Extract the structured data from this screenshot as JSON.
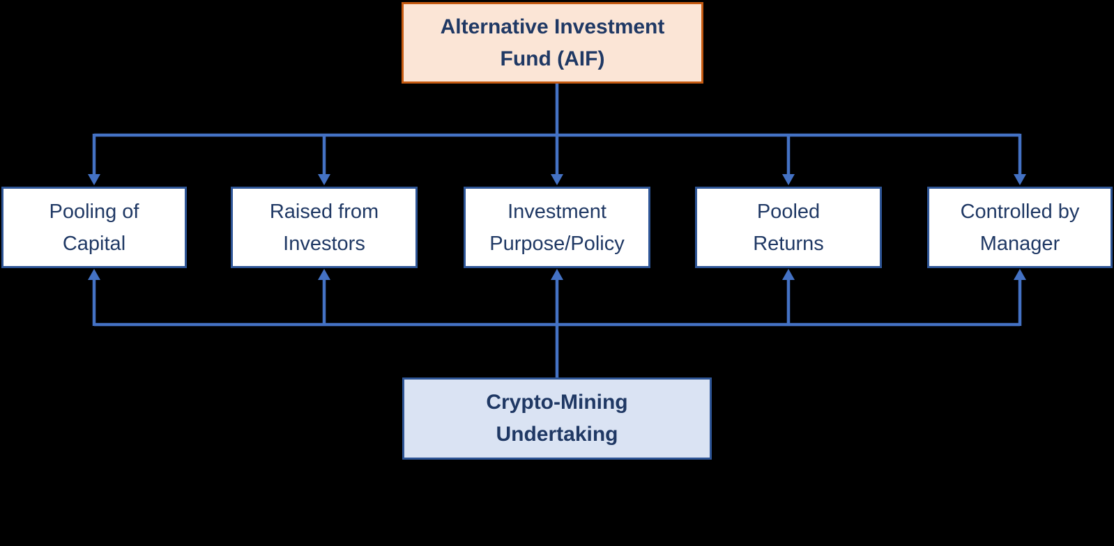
{
  "colors": {
    "background": "#000000",
    "connector": "#4472c4",
    "box-border": "#2e5596",
    "root-fill": "#fbe5d6",
    "root-border": "#c55a11",
    "subject-fill": "#dae3f3",
    "text": "#1f3864"
  },
  "diagram": {
    "root": {
      "lines": [
        "Alternative Investment",
        "Fund (AIF)"
      ]
    },
    "criteria": [
      {
        "lines": [
          "Pooling of",
          "Capital"
        ]
      },
      {
        "lines": [
          "Raised from",
          "Investors"
        ]
      },
      {
        "lines": [
          "Investment",
          "Purpose/Policy"
        ]
      },
      {
        "lines": [
          "Pooled",
          "Returns"
        ]
      },
      {
        "lines": [
          "Controlled by",
          "Manager"
        ]
      }
    ],
    "subject": {
      "lines": [
        "Crypto-Mining",
        "Undertaking"
      ]
    }
  }
}
